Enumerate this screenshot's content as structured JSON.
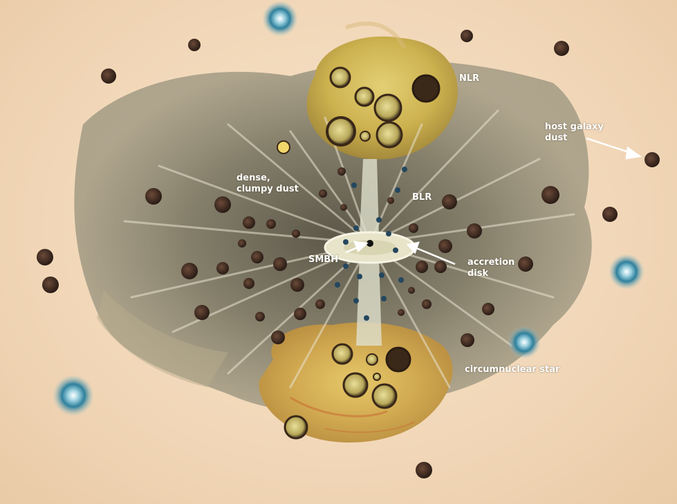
{
  "labels": {
    "nlr": "NLR",
    "host_galaxy_dust": "host galaxy\ndust",
    "dense_clumpy_dust": "dense,\nclumpy dust",
    "blr": "BLR",
    "smbh": "SMBH",
    "accretion_disk": "accretion\ndisk",
    "circumnuclear_star": "circumnuclear star"
  },
  "colors": {
    "paper": "#f3dcc0",
    "dust_cloud": "#7d7a63",
    "outflow": "#c9b659",
    "dust_clump": "#3a2a22",
    "star": "#2d8aa6",
    "label": "#ffffff"
  }
}
